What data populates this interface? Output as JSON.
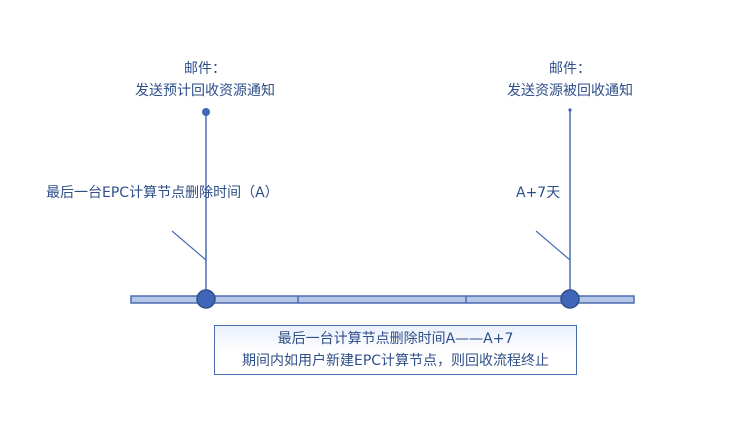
{
  "email_start": {
    "title": "邮件：",
    "text": "发送预计回收资源通知"
  },
  "email_end": {
    "title": "邮件：",
    "text": "发送资源被回收通知"
  },
  "start_label": "最后一台EPC计算节点删除时间（A）",
  "end_label": "A+7天",
  "note": {
    "line1": "最后一台计算节点删除时间A——A+7",
    "line2": "期间内如用户新建EPC计算节点，则回收流程终止"
  },
  "colors": {
    "line": "#4a6cb0",
    "node": "#3f66b8",
    "bar_fill": "#b6c6e6",
    "text": "#2f4f8a"
  }
}
